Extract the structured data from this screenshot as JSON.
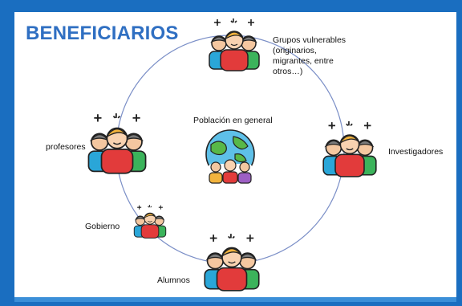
{
  "title": "BENEFICIARIOS",
  "colors": {
    "frame": "#1a6ec0",
    "title": "#2f6fc2",
    "circle": "#7b8fc7"
  },
  "labels": {
    "vulnerable": "Grupos vulnerables\n(originarios,\nmigrantes, entre\notros…)",
    "general": "Población en general",
    "profesores": "profesores",
    "investigadores": "Investigadores",
    "gobierno": "Gobierno",
    "alumnos": "Alumnos"
  },
  "icons": {
    "people": "people-group-icon",
    "globe": "globe-population-icon"
  }
}
